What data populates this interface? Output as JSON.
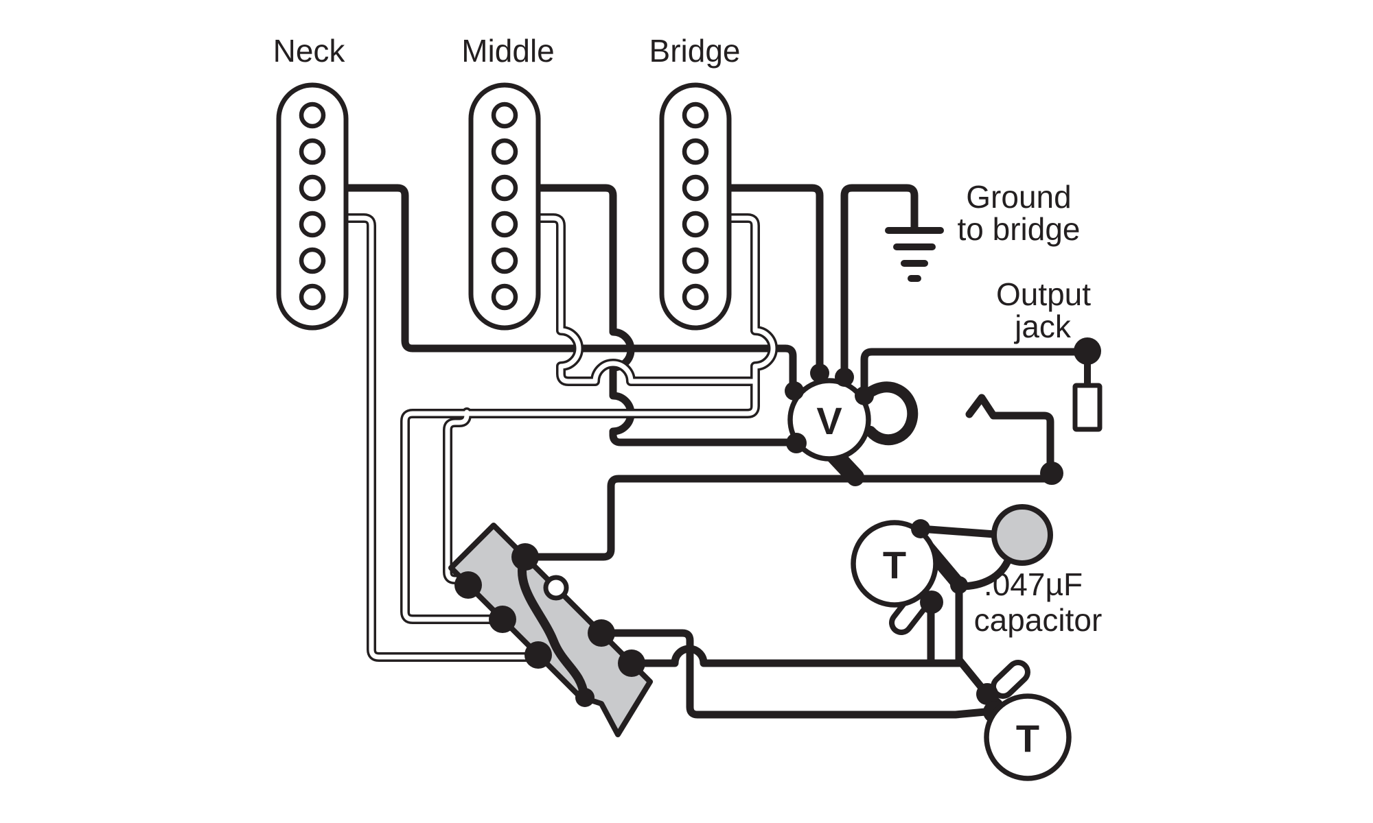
{
  "diagram": {
    "type": "guitar-wiring-diagram",
    "pickups": [
      {
        "label": "Neck"
      },
      {
        "label": "Middle"
      },
      {
        "label": "Bridge"
      }
    ],
    "pots": {
      "volume": "V",
      "tone_neck": "T",
      "tone_bridge": "T"
    },
    "annotations": {
      "ground_line1": "Ground",
      "ground_line2": "to bridge",
      "jack_line1": "Output",
      "jack_line2": "jack",
      "cap_line1": ".047µF",
      "cap_line2": "capacitor"
    },
    "colors": {
      "line": "#231f20",
      "component_fill": "#c9cacc",
      "background": "#ffffff"
    }
  }
}
